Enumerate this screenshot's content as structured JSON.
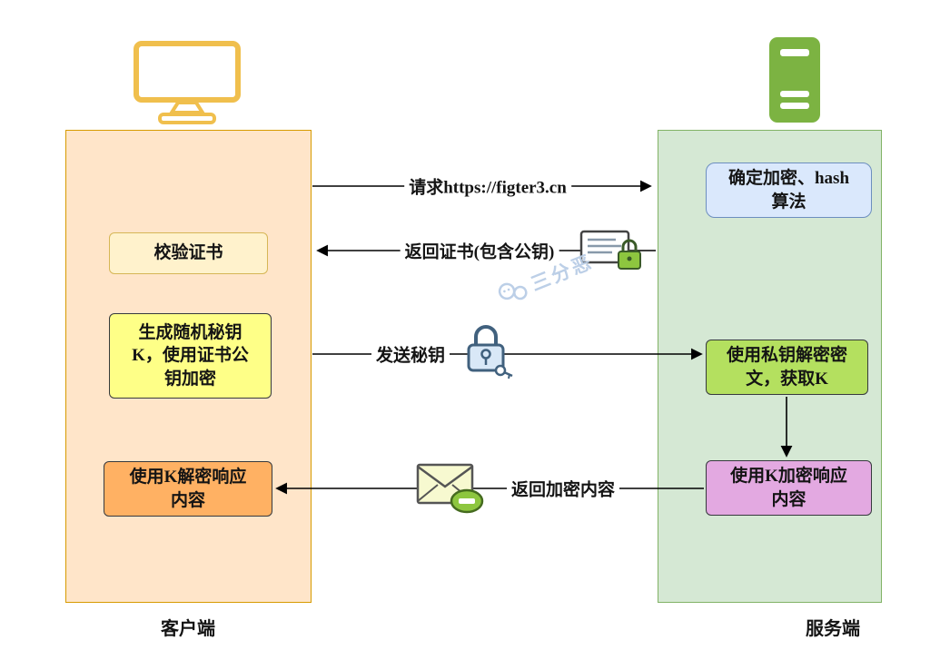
{
  "client": {
    "label": "客户端",
    "panel_fill": "#ffe5c9",
    "panel_border": "#d79b00",
    "steps": {
      "verify_cert": {
        "text": "校验证书",
        "fill": "#fff2cc",
        "border": "#d6b656"
      },
      "generate_key": {
        "text": "生成随机秘钥\nK，使用证书公\n钥加密",
        "fill": "#feff87",
        "border": "#36393d"
      },
      "decrypt_response": {
        "text": "使用K解密响应\n内容",
        "fill": "#ffb163",
        "border": "#36393d"
      }
    }
  },
  "server": {
    "label": "服务端",
    "panel_fill": "#d5e8d4",
    "panel_border": "#82b366",
    "steps": {
      "determine_algorithm": {
        "text": "确定加密、hash\n算法",
        "fill": "#dae8fc",
        "border": "#6c8ebf"
      },
      "decrypt_key": {
        "text": "使用私钥解密密\n文，获取K",
        "fill": "#b4e05f",
        "border": "#36393d"
      },
      "encrypt_response": {
        "text": "使用K加密响应\n内容",
        "fill": "#e3a9e1",
        "border": "#36393d"
      }
    }
  },
  "messages": {
    "request": "请求https://figter3.cn",
    "return_certificate": "返回证书(包含公钥)",
    "send_key": "发送秘钥",
    "return_encrypted": "返回加密内容"
  },
  "icons": {
    "client": "monitor-icon",
    "server": "server-icon",
    "certificate": "certificate-lock-icon",
    "secret_key": "padlock-key-icon",
    "encrypted_mail": "envelope-minus-icon",
    "watermark": "chat-bubbles-icon"
  },
  "watermark": {
    "text": "三分恶",
    "color": "#b9cde6"
  }
}
